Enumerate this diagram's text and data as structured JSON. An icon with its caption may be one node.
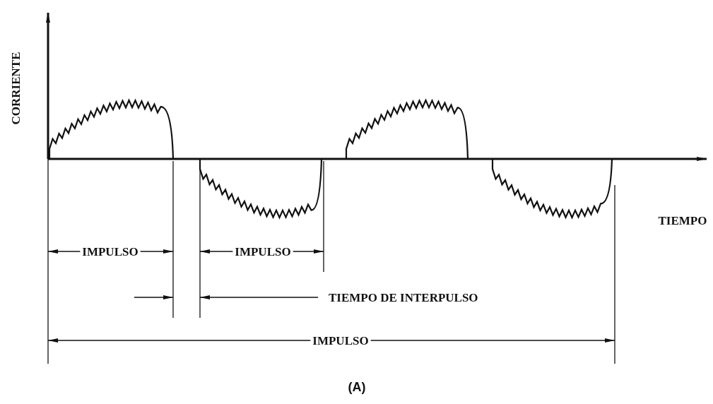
{
  "diagram": {
    "caption": "(A)",
    "labels": [
      "CORRIENTE",
      "TIEMPO",
      "IMPULSO",
      "IMPULSO",
      "TIEMPO DE INTERPULSO",
      "IMPULSO"
    ]
  }
}
